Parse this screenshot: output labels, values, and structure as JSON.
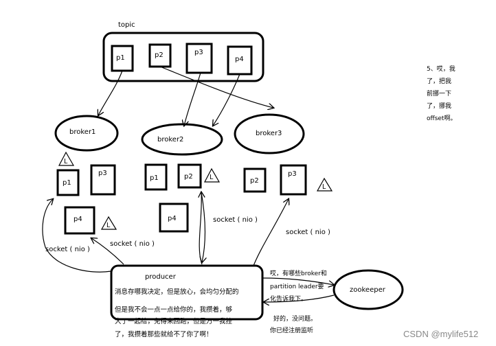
{
  "topic": {
    "label": "topic",
    "partitions": [
      "p1",
      "p2",
      "p3",
      "p4"
    ]
  },
  "brokers": [
    {
      "name": "broker1",
      "partitions": [
        "p1",
        "p3",
        "p4"
      ],
      "leader_mark": "L"
    },
    {
      "name": "broker2",
      "partitions": [
        "p1",
        "p2",
        "p4"
      ],
      "leader_mark": "L"
    },
    {
      "name": "broker3",
      "partitions": [
        "p2",
        "p3"
      ],
      "leader_mark": "L"
    }
  ],
  "connections": {
    "socket_label": "socket ( nio )"
  },
  "producer": {
    "label": "producer",
    "note_lines": [
      "消息存哪我决定，但是放心，会均匀分配的",
      "但是我不会一点一点给你的，我攒着，够",
      "大了一起给，免得来回跑，但是万一我挂",
      "了，我攒着那些就给不了你了啊！"
    ]
  },
  "zookeeper": {
    "label": "zookeeper",
    "request_lines": [
      "哎，有哪些broker和",
      "partition leader要",
      "化告诉我下。"
    ],
    "reply_lines": [
      "好的，没问题。",
      "你已经注册监听"
    ]
  },
  "side_note": {
    "lines": [
      "5、哎，我",
      "了，把我",
      "前挪一下",
      "了，挪我",
      "offset啊。"
    ]
  },
  "watermark": "CSDN @mylife512"
}
